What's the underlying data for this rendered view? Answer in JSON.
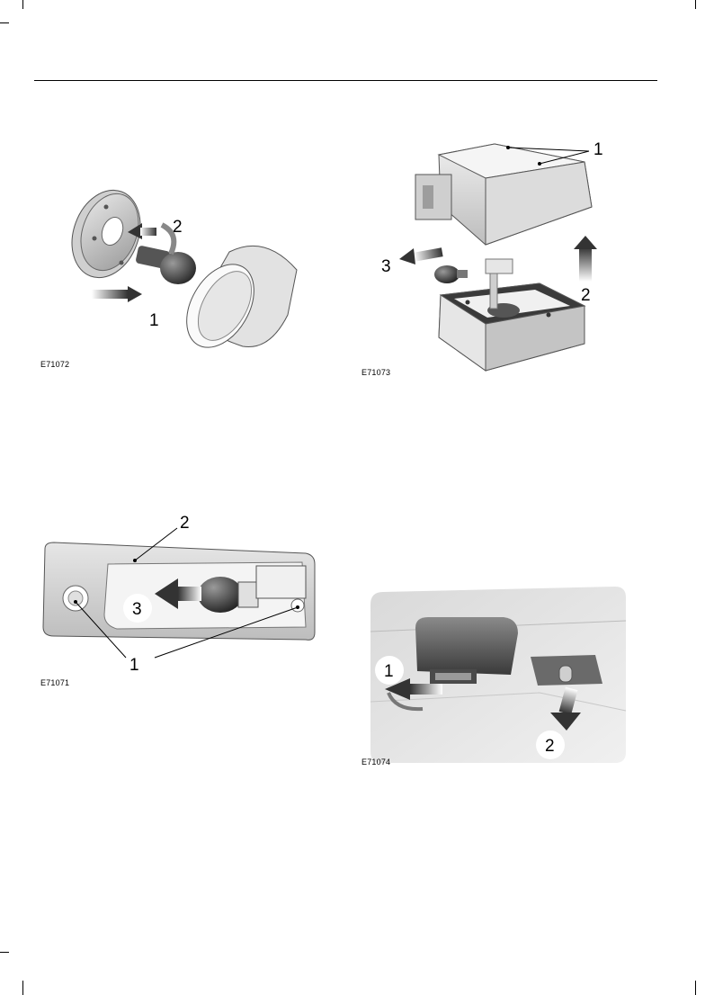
{
  "figures": [
    {
      "id": "E71072",
      "callouts": [
        "1",
        "2"
      ]
    },
    {
      "id": "E71073",
      "callouts": [
        "1",
        "2",
        "3"
      ]
    },
    {
      "id": "E71071",
      "callouts": [
        "1",
        "2",
        "3"
      ]
    },
    {
      "id": "E71074",
      "callouts": [
        "1",
        "2"
      ]
    }
  ]
}
